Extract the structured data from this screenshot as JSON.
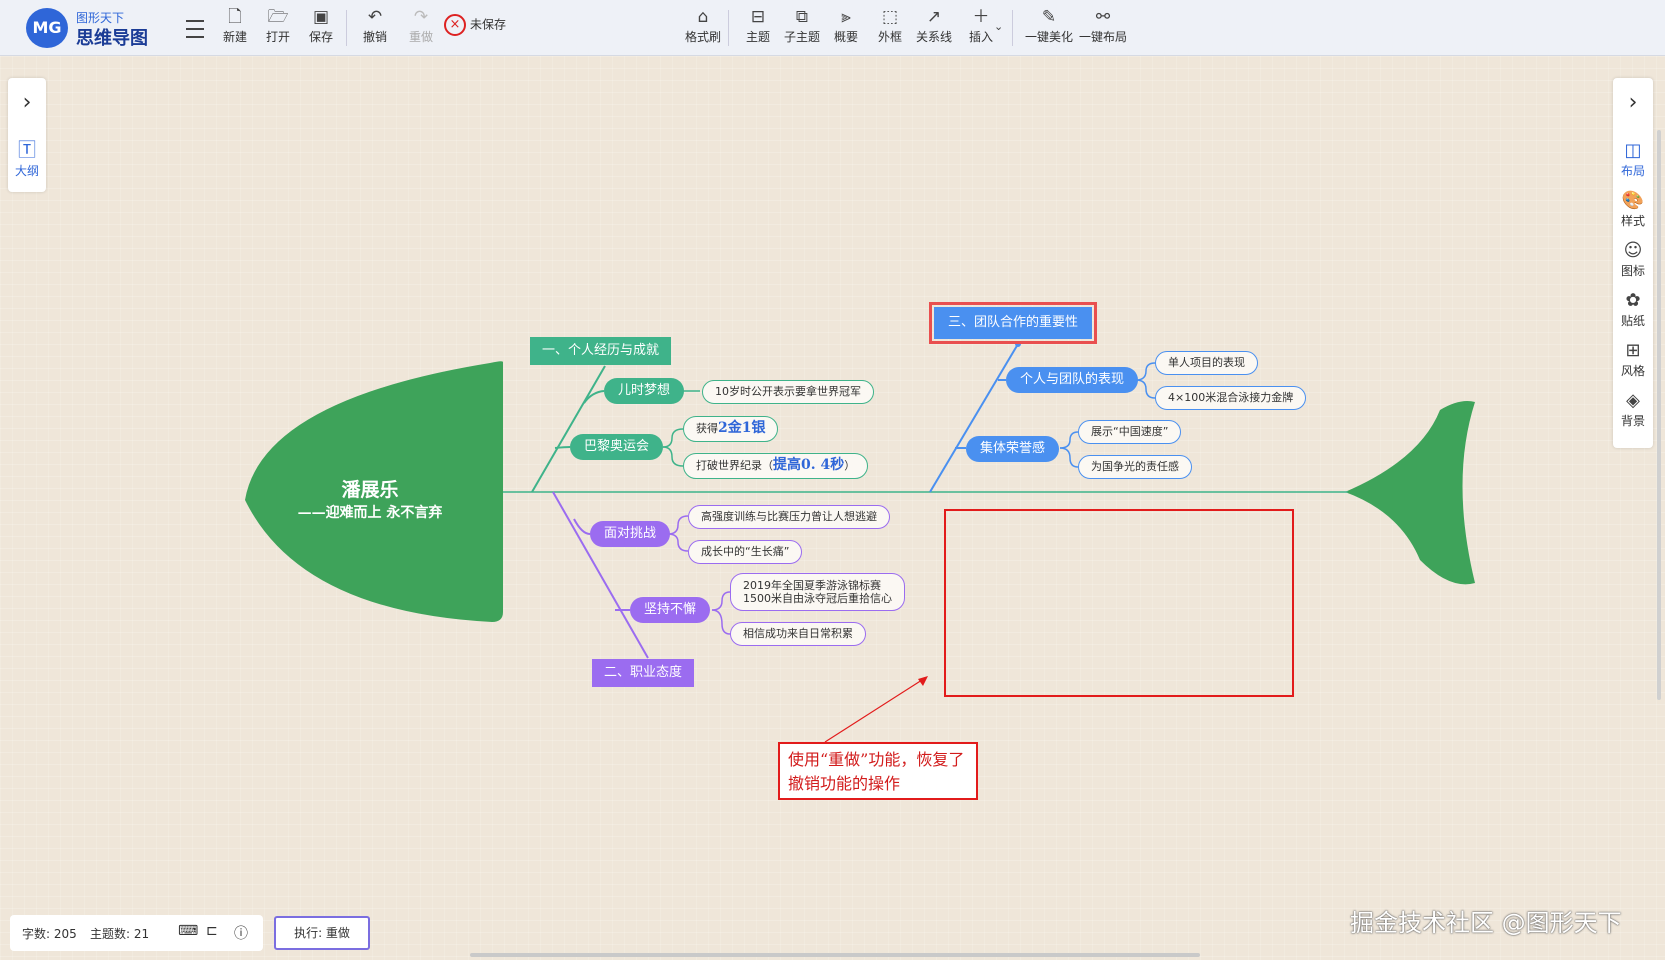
{
  "app": {
    "logo_mark": "MG",
    "brand_small": "图形天下",
    "brand_big": "思维导图",
    "save_status": "未保存"
  },
  "toolbar": {
    "new": "新建",
    "open": "打开",
    "save": "保存",
    "undo": "撤销",
    "redo": "重做",
    "format_brush": "格式刷",
    "topic": "主题",
    "subtopic": "子主题",
    "summary": "概要",
    "boundary": "外框",
    "relation": "关系线",
    "insert": "插入",
    "beautify": "一键美化",
    "auto_layout": "一键布局"
  },
  "left_panel": {
    "outline": "大纲"
  },
  "right_panel": {
    "layout": "布局",
    "style": "样式",
    "icon": "图标",
    "sticker": "贴纸",
    "theme_style": "风格",
    "background": "背景"
  },
  "mindmap": {
    "central": {
      "title": "潘展乐",
      "subtitle": "——迎难而上 永不言弃"
    },
    "branch1": {
      "title": "一、个人经历与成就",
      "sub1": "儿时梦想",
      "sub1_leaf": "10岁时公开表示要拿世界冠军",
      "sub2": "巴黎奥运会",
      "sub2_leaf1_prefix": "获得",
      "sub2_leaf1_emph": "2金1银",
      "sub2_leaf2_prefix": "打破世界纪录（",
      "sub2_leaf2_emph": "提高0. 4秒",
      "sub2_leaf2_suffix": "）"
    },
    "branch2": {
      "title": "二、职业态度",
      "sub1": "面对挑战",
      "sub1_leaf1": "高强度训练与比赛压力曾让人想逃避",
      "sub1_leaf2": "成长中的“生长痛”",
      "sub2": "坚持不懈",
      "sub2_leaf1_l1": "2019年全国夏季游泳锦标赛",
      "sub2_leaf1_l2": "1500米自由泳夺冠后重拾信心",
      "sub2_leaf2": "相信成功来自日常积累"
    },
    "branch3": {
      "title": "三、团队合作的重要性",
      "sub1": "个人与团队的表现",
      "sub1_leaf1": "单人项目的表现",
      "sub1_leaf2": "4×100米混合泳接力金牌",
      "sub2": "集体荣誉感",
      "sub2_leaf1": "展示“中国速度”",
      "sub2_leaf2": "为国争光的责任感"
    }
  },
  "annotation": {
    "note": "使用“重做”功能，恢复了撤销功能的操作"
  },
  "status": {
    "word_count": "字数: 205",
    "topic_count": "主题数: 21",
    "execute": "执行: 重做"
  },
  "watermark": "掘金技术社区 @图形天下",
  "colors": {
    "fish": "#3ea35a",
    "branch_green": "#3fb38a",
    "branch_purple": "#9b6cf0",
    "branch_blue": "#4a90f0",
    "annotation_red": "#e21b1b"
  }
}
